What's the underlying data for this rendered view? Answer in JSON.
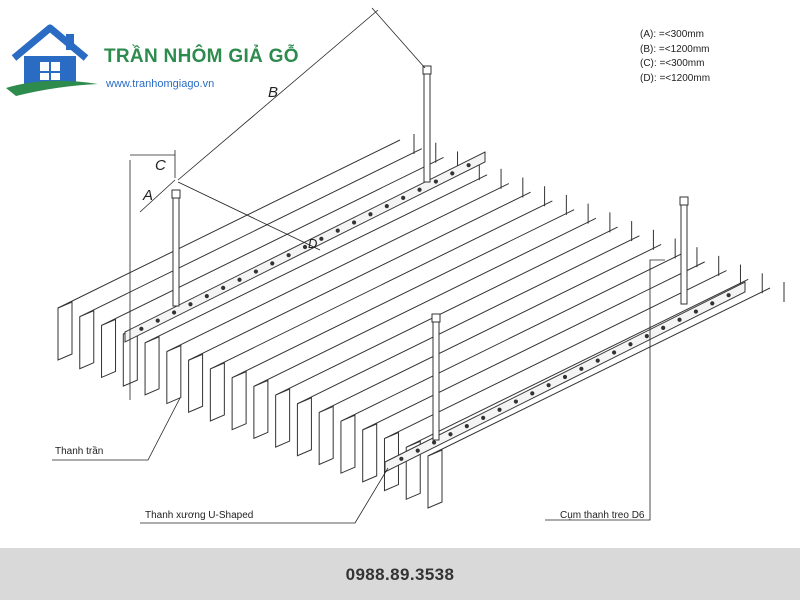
{
  "brand": {
    "name": "TRẦN NHÔM GIẢ GỖ",
    "website": "www.tranhomgiago.vn",
    "colors": {
      "roof": "#2a6cc4",
      "accent": "#2e8b4e"
    }
  },
  "legend": [
    "(A): =<300mm",
    "(B): =<1200mm",
    "(C): =<300mm",
    "(D): =<1200mm"
  ],
  "dimension_labels": {
    "a": "A",
    "b": "B",
    "c": "C",
    "d": "D"
  },
  "callouts": {
    "thanh_tran": "Thanh trần",
    "thanh_xuong": "Thanh xương U-Shaped",
    "cum_thanh_treo": "Cụm thanh treo D6"
  },
  "footer": {
    "phone": "0988.89.3538",
    "background": "#d9d9d9"
  }
}
